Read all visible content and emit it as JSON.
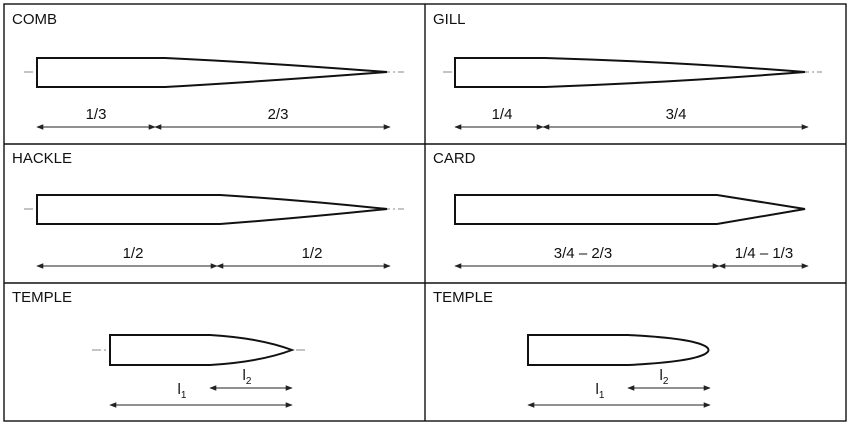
{
  "panels": [
    {
      "title": "COMB",
      "left": "1/3",
      "right": "2/3"
    },
    {
      "title": "GILL",
      "left": "1/4",
      "right": "3/4"
    },
    {
      "title": "HACKLE",
      "left": "1/2",
      "right": "1/2"
    },
    {
      "title": "CARD",
      "left": "3/4 – 2/3",
      "right": "1/4 – 1/3"
    },
    {
      "title": "TEMPLE",
      "l1": "l",
      "l1_sub": "1",
      "l2": "l",
      "l2_sub": "2"
    },
    {
      "title": "TEMPLE",
      "l1": "l",
      "l1_sub": "1",
      "l2": "l",
      "l2_sub": "2"
    }
  ]
}
